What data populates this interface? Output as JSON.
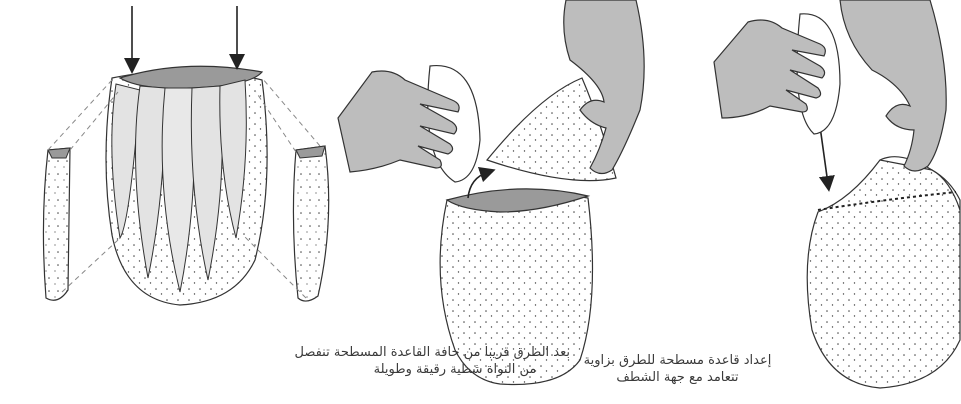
{
  "captions": {
    "left": {
      "line1": "بعد الطرق قريبا من حافة القاعدة المسطحة تنفصل",
      "line2": "من النواة شظية رقيقة وطويلة"
    },
    "right": {
      "line1": "إعداد قاعدة مسطحة للطرق بزاوية",
      "line2": "تتعامد مع جهة الشطف"
    }
  },
  "colors": {
    "ink": "#3a3a3a",
    "flake_fill": "#e3e3e3",
    "platform_fill": "#9a9a9a",
    "skin_fill": "#cfcfcf",
    "hand_fill": "#bdbdbd"
  }
}
